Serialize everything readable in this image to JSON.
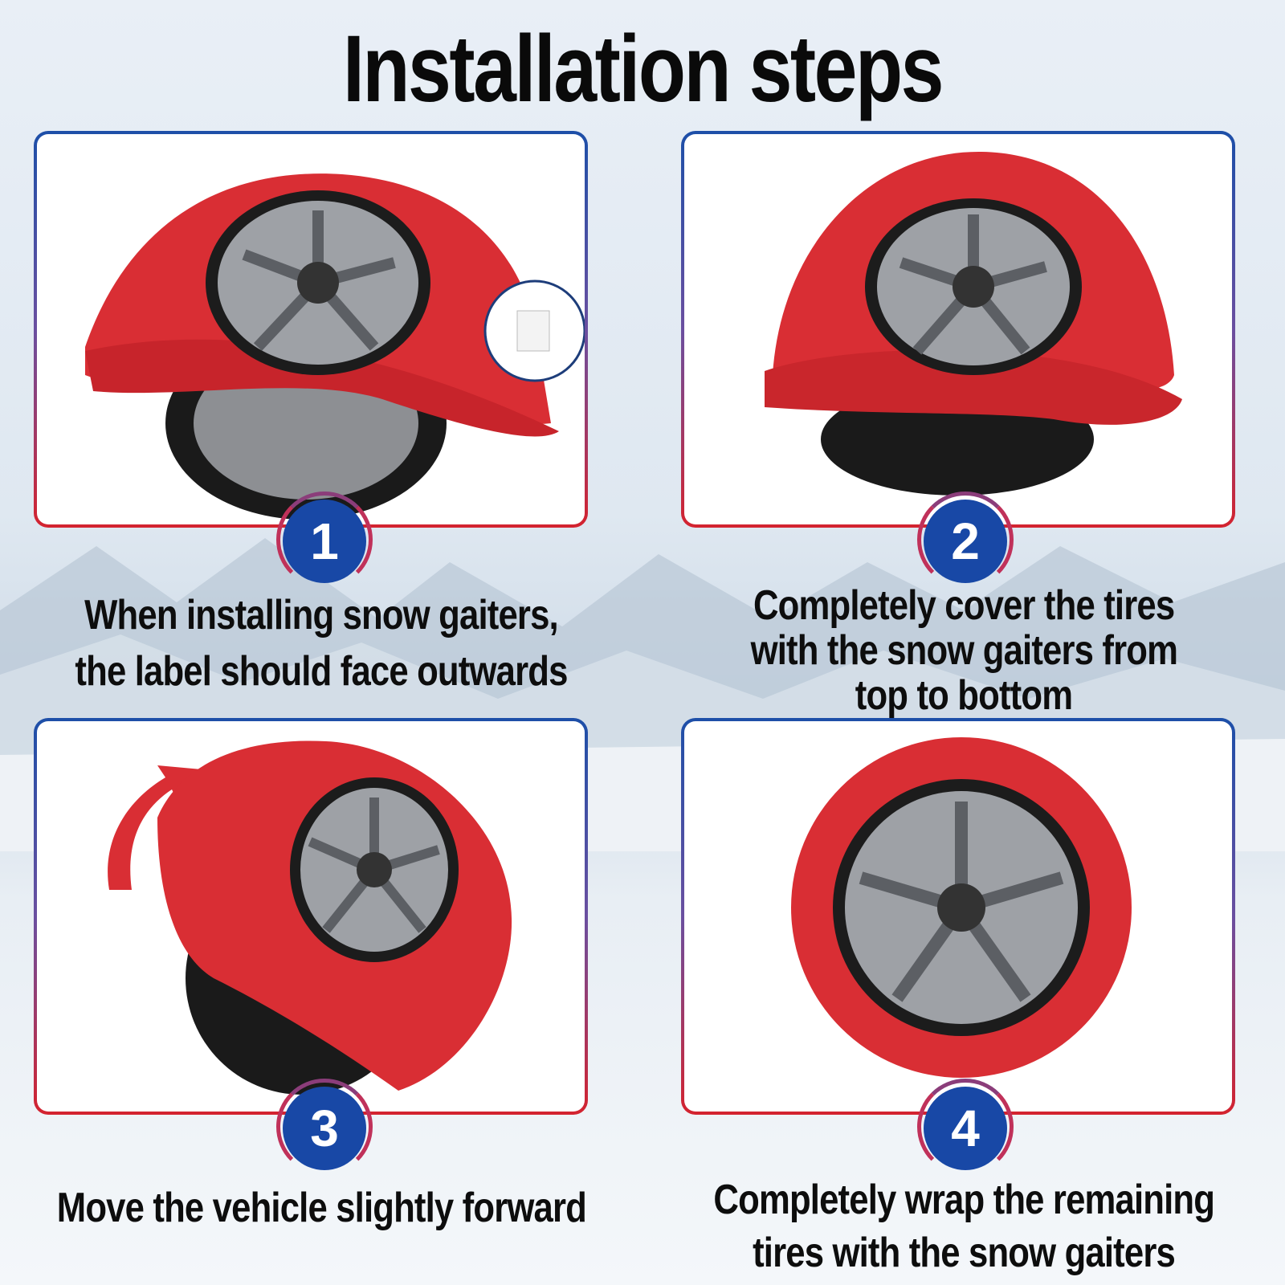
{
  "title": "Installation steps",
  "steps": [
    {
      "number": "1",
      "caption_line1": "When installing snow gaiters,",
      "caption_line2": "the label should face outwards",
      "caption_line3": ""
    },
    {
      "number": "2",
      "caption_line1": "Completely cover the tires",
      "caption_line2": "with the snow gaiters from",
      "caption_line3": "top to bottom"
    },
    {
      "number": "3",
      "caption_line1": "Move the vehicle slightly forward",
      "caption_line2": "",
      "caption_line3": ""
    },
    {
      "number": "4",
      "caption_line1": "Completely wrap the remaining",
      "caption_line2": "tires with the snow gaiters",
      "caption_line3": ""
    }
  ],
  "colors": {
    "sock_red": "#e0373a",
    "badge_blue": "#1848a6",
    "border_blue": "#1d4fa8",
    "border_red": "#d4232f"
  },
  "icons": [
    "wheel-icon",
    "snow-sock-icon",
    "label-tag-icon",
    "forward-arrow-icon",
    "magnifier-circle-icon"
  ]
}
